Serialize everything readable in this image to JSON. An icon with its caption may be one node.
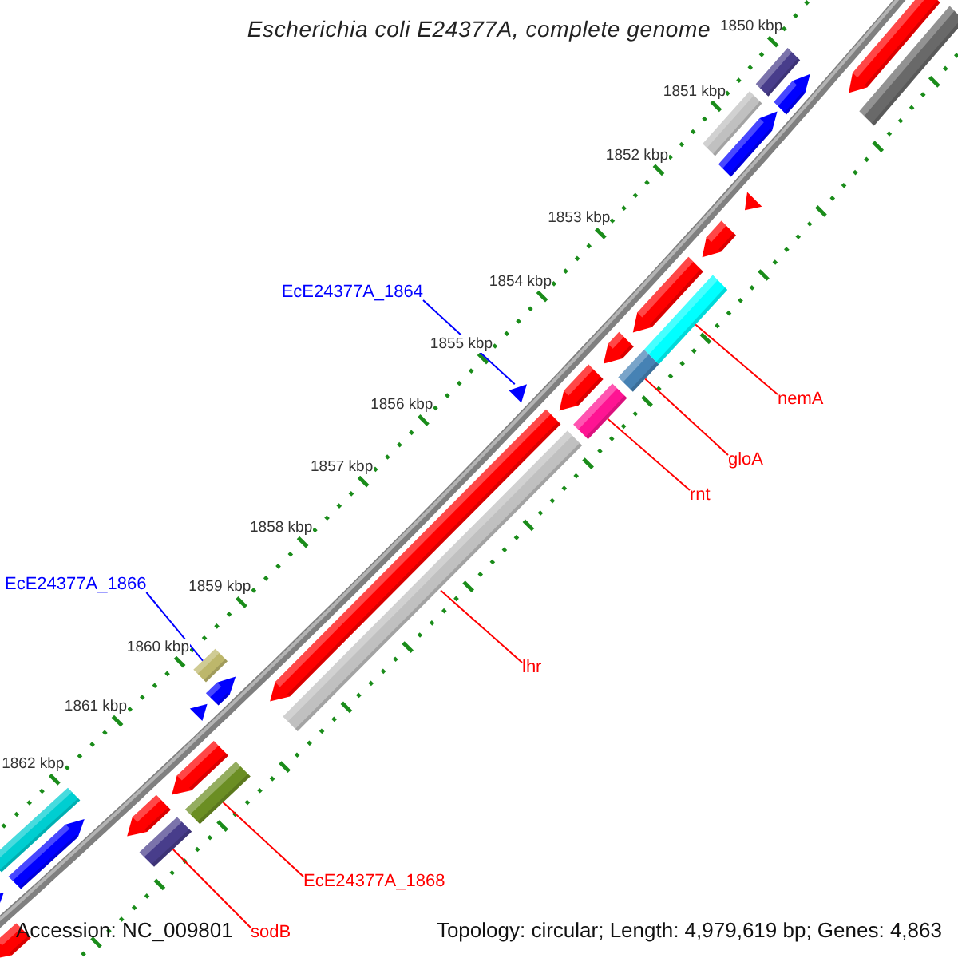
{
  "diagram": {
    "title": "Escherichia coli E24377A, complete genome",
    "nodes": [
      {
        "text": [
          "EcE24377A_1864"
        ]
      },
      {
        "text": [
          "nemA"
        ]
      },
      {
        "text": [
          "gloA"
        ]
      },
      {
        "text": [
          "rnt"
        ]
      },
      {
        "text": [
          "EcE24377A_1866"
        ]
      },
      {
        "text": [
          "lhr"
        ]
      },
      {
        "text": [
          "EcE24377A_1868"
        ]
      },
      {
        "text": [
          "sodB"
        ]
      },
      {
        "text": [],
        "shape": "pentagon"
      },
      {
        "text": [],
        "shape": "bar"
      },
      {
        "text": [],
        "shape": "bar"
      },
      {
        "text": [],
        "shape": "pentagon"
      },
      {
        "text": [],
        "shape": "pentagon"
      },
      {
        "text": [],
        "shape": "bar"
      },
      {
        "text": [],
        "shape": "triangle"
      },
      {
        "text": [],
        "shape": "pentagon"
      },
      {
        "text": [],
        "shape": "bar"
      },
      {
        "text": [],
        "shape": "pentagon"
      },
      {
        "text": [],
        "shape": "bar"
      },
      {
        "text": [],
        "shape": "pentagon"
      },
      {
        "text": [],
        "shape": "bar"
      },
      {
        "text": [],
        "shape": "pentagon"
      },
      {
        "text": [],
        "shape": "triangle"
      },
      {
        "text": [],
        "shape": "pentagon"
      },
      {
        "text": [],
        "shape": "bar"
      },
      {
        "text": [],
        "shape": "bar"
      },
      {
        "text": [],
        "shape": "pentagon"
      },
      {
        "text": [],
        "shape": "triangle"
      },
      {
        "text": [],
        "shape": "bar"
      },
      {
        "text": [],
        "shape": "pentagon"
      },
      {
        "text": [],
        "shape": "pentagon"
      },
      {
        "text": [],
        "shape": "bar"
      },
      {
        "text": [],
        "shape": "bar"
      },
      {
        "text": [],
        "shape": "pentagon"
      },
      {
        "text": [],
        "shape": "pentagon"
      },
      {
        "text": [],
        "shape": "pentagon"
      }
    ],
    "edges": [
      {
        "from": 0,
        "to": 22,
        "arrow": "none",
        "color": "#0000ff"
      },
      {
        "from": 1,
        "to": 16,
        "arrow": "none"
      },
      {
        "from": 2,
        "to": 18,
        "arrow": "none"
      },
      {
        "from": 3,
        "to": 20,
        "arrow": "none"
      },
      {
        "from": 4,
        "to": 25,
        "arrow": "none",
        "color": "#0000ff"
      },
      {
        "from": 5,
        "to": 24,
        "arrow": "none"
      },
      {
        "from": 6,
        "to": 28,
        "arrow": "none"
      },
      {
        "from": 7,
        "to": 31,
        "arrow": "none"
      }
    ],
    "labels": [
      "1850 kbp",
      "1851 kbp",
      "1852 kbp",
      "1853 kbp",
      "1854 kbp",
      "1855 kbp",
      "1856 kbp",
      "1857 kbp",
      "1858 kbp",
      "1859 kbp",
      "1860 kbp",
      "1861 kbp",
      "1862 kbp",
      "Accession: NC_009801",
      "Topology: circular; Length: 4,979,619 bp; Genes: 4,863"
    ]
  }
}
